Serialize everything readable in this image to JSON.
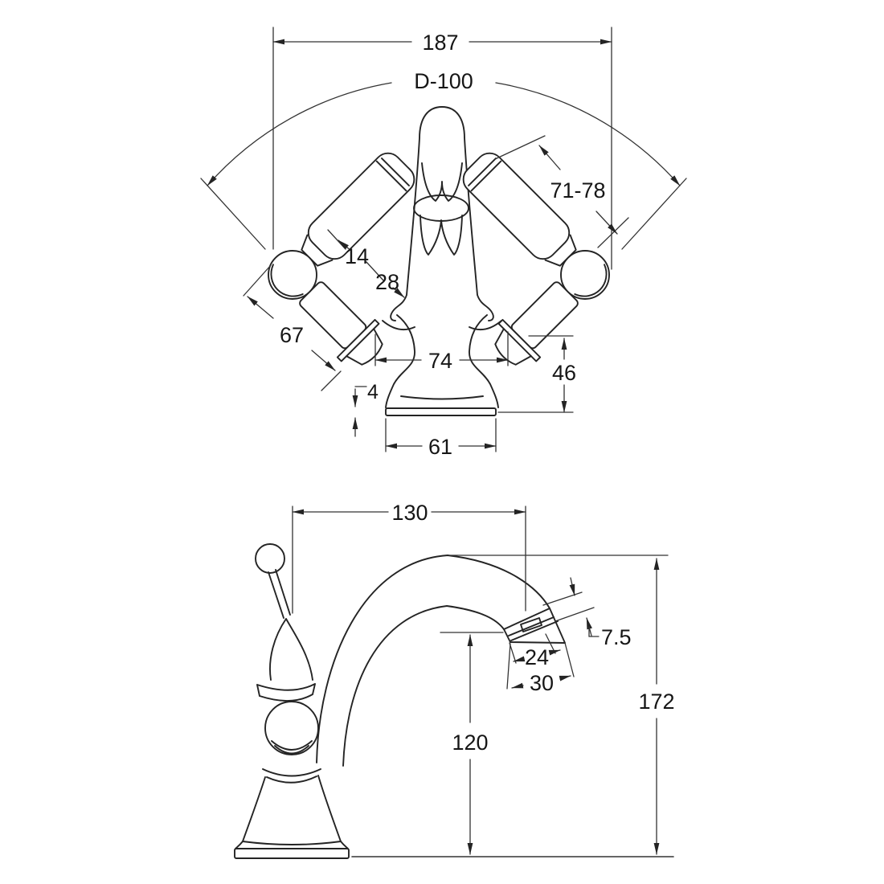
{
  "drawing": {
    "type": "technical-dimension-drawing",
    "subject": "two-handle basin mixer tap, front and side elevations",
    "colors": {
      "line": "#242424",
      "dimension_line": "#333333",
      "text": "#161616",
      "background": "#ffffff"
    }
  },
  "labels": {
    "overall_width": "187",
    "swivel_diameter": "D-100",
    "handle_length": "71-78",
    "handle_neck": "14",
    "valve_body": "28",
    "handle_assembly_length": "67",
    "inlet_centres": "74",
    "base_height": "46",
    "flange_thickness": "4",
    "base_width": "61",
    "spout_reach": "130",
    "nozzle_lip": "7.5",
    "aerator_width": "24",
    "nozzle_width": "30",
    "overall_height": "172",
    "spout_height": "120"
  }
}
